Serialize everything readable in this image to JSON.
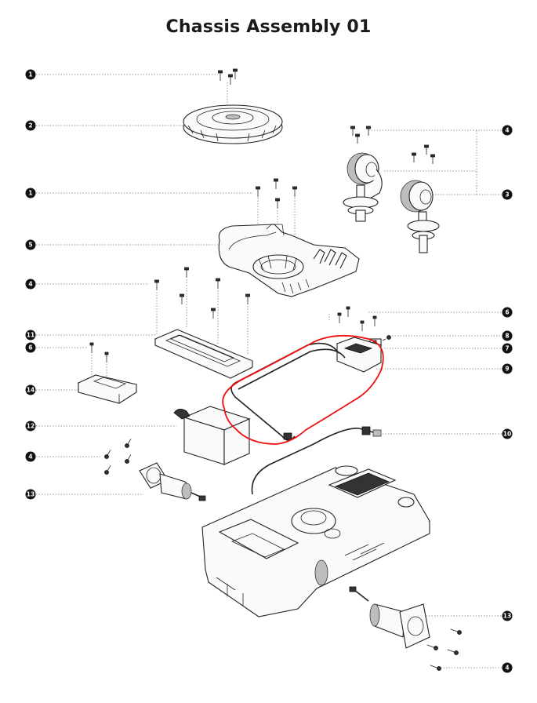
{
  "title": "Chassis Assembly 01",
  "callouts": [
    {
      "id": "c1a",
      "label": "1"
    },
    {
      "id": "c2",
      "label": "2"
    },
    {
      "id": "c1b",
      "label": "1"
    },
    {
      "id": "c5",
      "label": "5"
    },
    {
      "id": "c4a",
      "label": "4"
    },
    {
      "id": "c11",
      "label": "11"
    },
    {
      "id": "c6a",
      "label": "6"
    },
    {
      "id": "c14",
      "label": "14"
    },
    {
      "id": "c12",
      "label": "12"
    },
    {
      "id": "c4b",
      "label": "4"
    },
    {
      "id": "c13a",
      "label": "13"
    },
    {
      "id": "c4c",
      "label": "4"
    },
    {
      "id": "c3",
      "label": "3"
    },
    {
      "id": "c6b",
      "label": "6"
    },
    {
      "id": "c8",
      "label": "8"
    },
    {
      "id": "c7",
      "label": "7"
    },
    {
      "id": "c9",
      "label": "9"
    },
    {
      "id": "c10",
      "label": "10"
    },
    {
      "id": "c13b",
      "label": "13"
    },
    {
      "id": "c4d",
      "label": "4"
    }
  ],
  "colors": {
    "ink": "#222222",
    "highlight": "#ee1111",
    "callout": "#111111"
  }
}
